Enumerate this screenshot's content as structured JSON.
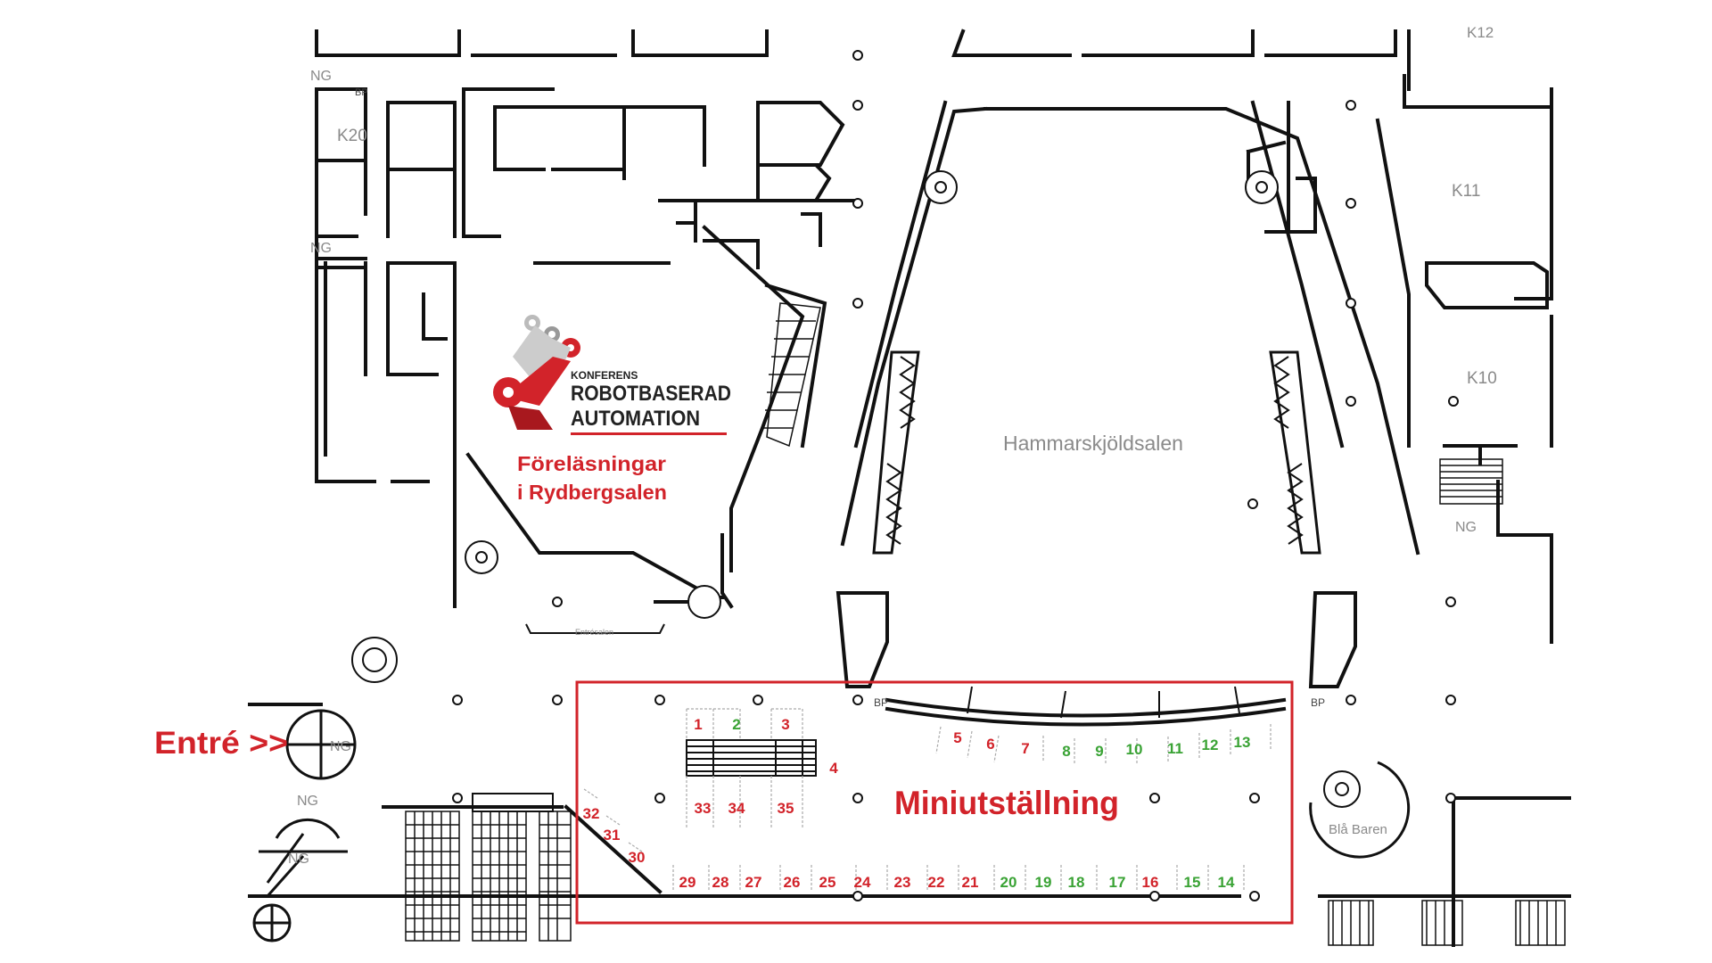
{
  "rooms": {
    "k12": "K12",
    "k20": "K20",
    "k11": "K11",
    "k10": "K10",
    "hall": "Hammarskjöldsalen",
    "bar": "Blå Baren",
    "small_room": "Entrésalen"
  },
  "markers": {
    "ng": "NG",
    "bp": "BP"
  },
  "logo": {
    "small": "KONFERENS",
    "line1": "ROBOTBASERAD",
    "line2": "AUTOMATION"
  },
  "lectures": {
    "line1": "Föreläsningar",
    "line2": "i Rydbergsalen"
  },
  "entrance": "Entré >>",
  "exhibition": "Miniutställning",
  "colors": {
    "red": "#d2232a",
    "green": "#3aa335",
    "wall": "#111111",
    "label_grey": "#8a8a8a"
  },
  "booths": [
    {
      "n": "1",
      "c": "red"
    },
    {
      "n": "2",
      "c": "green"
    },
    {
      "n": "3",
      "c": "red"
    },
    {
      "n": "4",
      "c": "red"
    },
    {
      "n": "5",
      "c": "red"
    },
    {
      "n": "6",
      "c": "red"
    },
    {
      "n": "7",
      "c": "red"
    },
    {
      "n": "8",
      "c": "green"
    },
    {
      "n": "9",
      "c": "green"
    },
    {
      "n": "10",
      "c": "green"
    },
    {
      "n": "11",
      "c": "green"
    },
    {
      "n": "12",
      "c": "green"
    },
    {
      "n": "13",
      "c": "green"
    },
    {
      "n": "14",
      "c": "green"
    },
    {
      "n": "15",
      "c": "green"
    },
    {
      "n": "16",
      "c": "red"
    },
    {
      "n": "17",
      "c": "green"
    },
    {
      "n": "18",
      "c": "green"
    },
    {
      "n": "19",
      "c": "green"
    },
    {
      "n": "20",
      "c": "green"
    },
    {
      "n": "21",
      "c": "red"
    },
    {
      "n": "22",
      "c": "red"
    },
    {
      "n": "23",
      "c": "red"
    },
    {
      "n": "24",
      "c": "red"
    },
    {
      "n": "25",
      "c": "red"
    },
    {
      "n": "26",
      "c": "red"
    },
    {
      "n": "27",
      "c": "red"
    },
    {
      "n": "28",
      "c": "red"
    },
    {
      "n": "29",
      "c": "red"
    },
    {
      "n": "30",
      "c": "red"
    },
    {
      "n": "31",
      "c": "red"
    },
    {
      "n": "32",
      "c": "red"
    },
    {
      "n": "33",
      "c": "red"
    },
    {
      "n": "34",
      "c": "red"
    },
    {
      "n": "35",
      "c": "red"
    }
  ]
}
